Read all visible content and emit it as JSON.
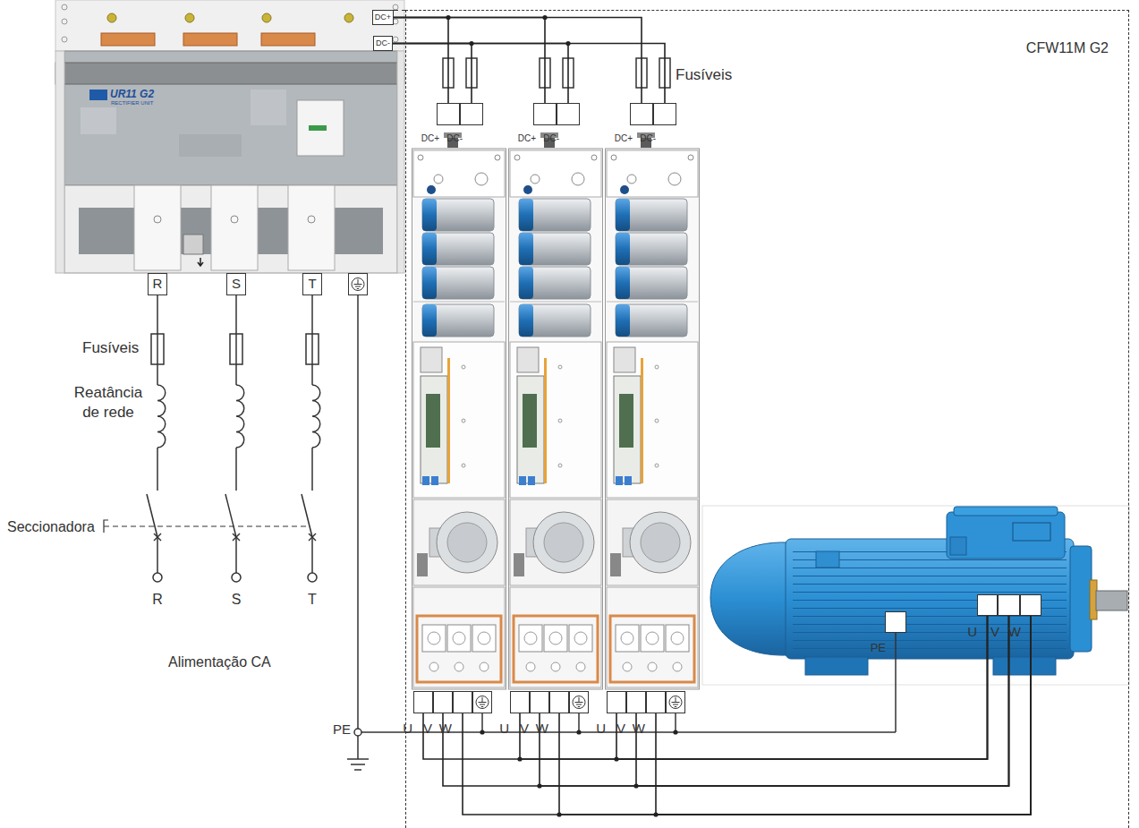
{
  "diagram": {
    "nodes": [
      {
        "text": [
          "DC+"
        ]
      },
      {
        "text": [
          "DC-"
        ]
      },
      {
        "text": [
          "CFW11M G2"
        ]
      },
      {
        "text": [
          "DC+"
        ],
        "in": 2
      },
      {
        "text": [
          "DC-"
        ],
        "in": 2
      },
      {
        "text": [
          "DC+"
        ],
        "in": 2
      },
      {
        "text": [
          "DC-"
        ],
        "in": 2
      },
      {
        "text": [
          "DC+"
        ],
        "in": 2
      },
      {
        "text": [
          "DC-"
        ],
        "in": 2
      },
      {
        "text": [
          "R"
        ]
      },
      {
        "text": [
          "S"
        ]
      },
      {
        "text": [
          "T"
        ]
      },
      {
        "text": [
          "U"
        ],
        "in": 2
      },
      {
        "text": [
          "V"
        ],
        "in": 2
      },
      {
        "text": [
          "W"
        ],
        "in": 2
      },
      {
        "text": [
          "PE"
        ],
        "in": 2
      },
      {
        "text": [
          "U"
        ],
        "in": 2
      },
      {
        "text": [
          "V"
        ],
        "in": 2
      },
      {
        "text": [
          "W"
        ],
        "in": 2
      },
      {
        "text": [
          "U"
        ],
        "in": 2
      },
      {
        "text": [
          "V"
        ],
        "in": 2
      },
      {
        "text": [
          "W"
        ],
        "in": 2
      },
      {
        "text": [
          "U"
        ],
        "in": 2
      },
      {
        "text": [
          "V"
        ],
        "in": 2
      },
      {
        "text": [
          "W"
        ],
        "in": 2
      }
    ],
    "edges": [
      {
        "from": 0,
        "to": 3,
        "arrow": "none"
      },
      {
        "from": 0,
        "to": 5,
        "arrow": "none"
      },
      {
        "from": 0,
        "to": 7,
        "arrow": "none"
      },
      {
        "from": 1,
        "to": 4,
        "arrow": "none"
      },
      {
        "from": 1,
        "to": 6,
        "arrow": "none"
      },
      {
        "from": 1,
        "to": 8,
        "arrow": "none"
      },
      {
        "from": 16,
        "to": 12,
        "arrow": "none"
      },
      {
        "from": 19,
        "to": 12,
        "arrow": "none"
      },
      {
        "from": 22,
        "to": 12,
        "arrow": "none"
      },
      {
        "from": 17,
        "to": 13,
        "arrow": "none"
      },
      {
        "from": 20,
        "to": 13,
        "arrow": "none"
      },
      {
        "from": 23,
        "to": 13,
        "arrow": "none"
      },
      {
        "from": 18,
        "to": 14,
        "arrow": "none"
      },
      {
        "from": 21,
        "to": 14,
        "arrow": "none"
      },
      {
        "from": 24,
        "to": 14,
        "arrow": "none"
      }
    ],
    "labels": [
      "Fusíveis",
      "UR11 G2",
      "RECTIFIER UNIT",
      "Fusíveis",
      "Reatância de rede",
      "Seccionadora",
      "R",
      "S",
      "T",
      "Alimentação CA",
      "PE"
    ]
  }
}
